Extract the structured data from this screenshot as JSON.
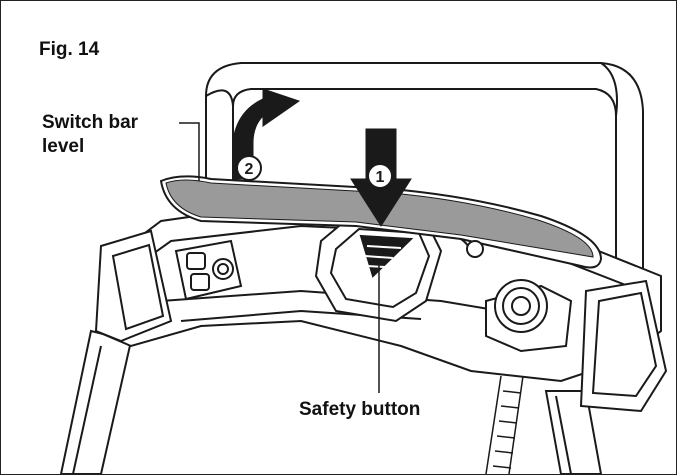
{
  "figure_label": "Fig. 14",
  "labels": {
    "switch_bar_line1": "Switch bar",
    "switch_bar_line2": "level",
    "safety_button": "Safety button"
  },
  "step_markers": [
    "1",
    "2"
  ],
  "colors": {
    "line": "#1a1a1a",
    "fill": "#ffffff",
    "bar_fill": "#9a9a9a",
    "arrow_fill": "#1a1a1a"
  }
}
